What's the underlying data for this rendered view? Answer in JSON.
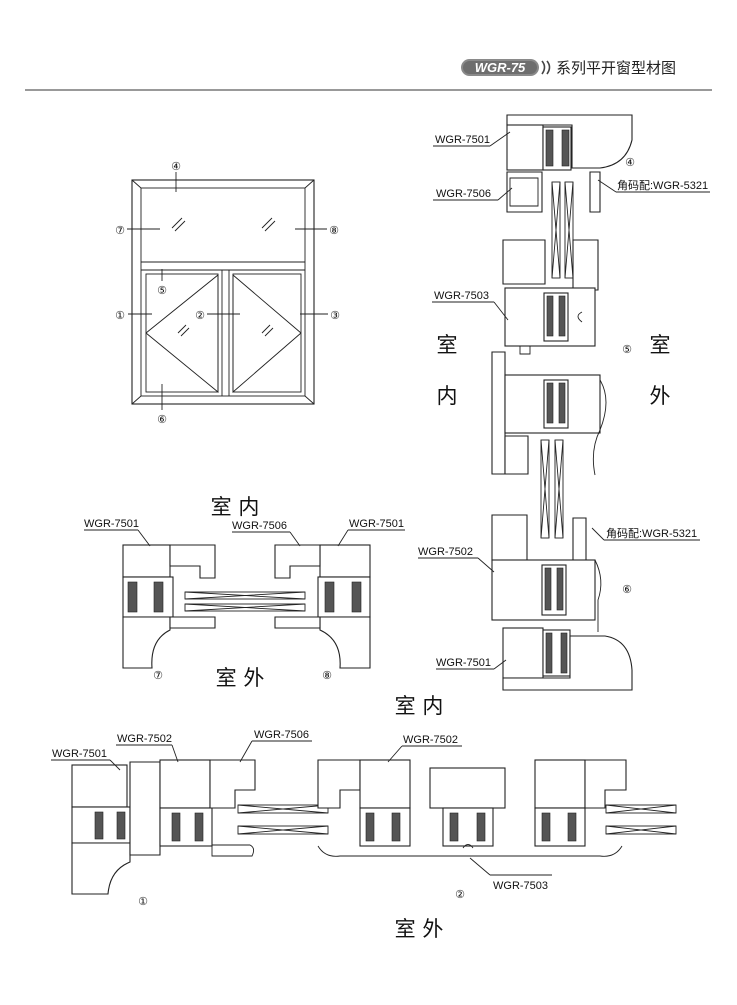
{
  "header": {
    "badge": "WGR-75",
    "title": "系列平开窗型材图"
  },
  "elevation": {
    "markers": [
      "④",
      "⑦",
      "⑧",
      "⑤",
      "①",
      "②",
      "③",
      "⑥"
    ]
  },
  "vertical_section": {
    "labels": {
      "p7501_top": "WGR-7501",
      "p7506": "WGR-7506",
      "corner_top": "角码配:WGR-5321",
      "p7503": "WGR-7503",
      "p7502": "WGR-7502",
      "corner_bottom": "角码配:WGR-5321",
      "p7501_bottom": "WGR-7501"
    },
    "markers": {
      "top": "④",
      "mid": "⑤",
      "bottom": "⑥"
    },
    "inside": [
      "室",
      "内"
    ],
    "outside": [
      "室",
      "外"
    ]
  },
  "section_78": {
    "inside": "室 内",
    "outside": "室 外",
    "labels": {
      "left": "WGR-7501",
      "mid": "WGR-7506",
      "right": "WGR-7501"
    },
    "markers": {
      "left": "⑦",
      "right": "⑧"
    }
  },
  "section_12": {
    "inside": "室 内",
    "outside": "室 外",
    "labels": {
      "p7501": "WGR-7501",
      "p7502_left": "WGR-7502",
      "p7506": "WGR-7506",
      "p7502_right": "WGR-7502",
      "p7503": "WGR-7503"
    },
    "markers": {
      "left": "①",
      "right": "②"
    }
  }
}
